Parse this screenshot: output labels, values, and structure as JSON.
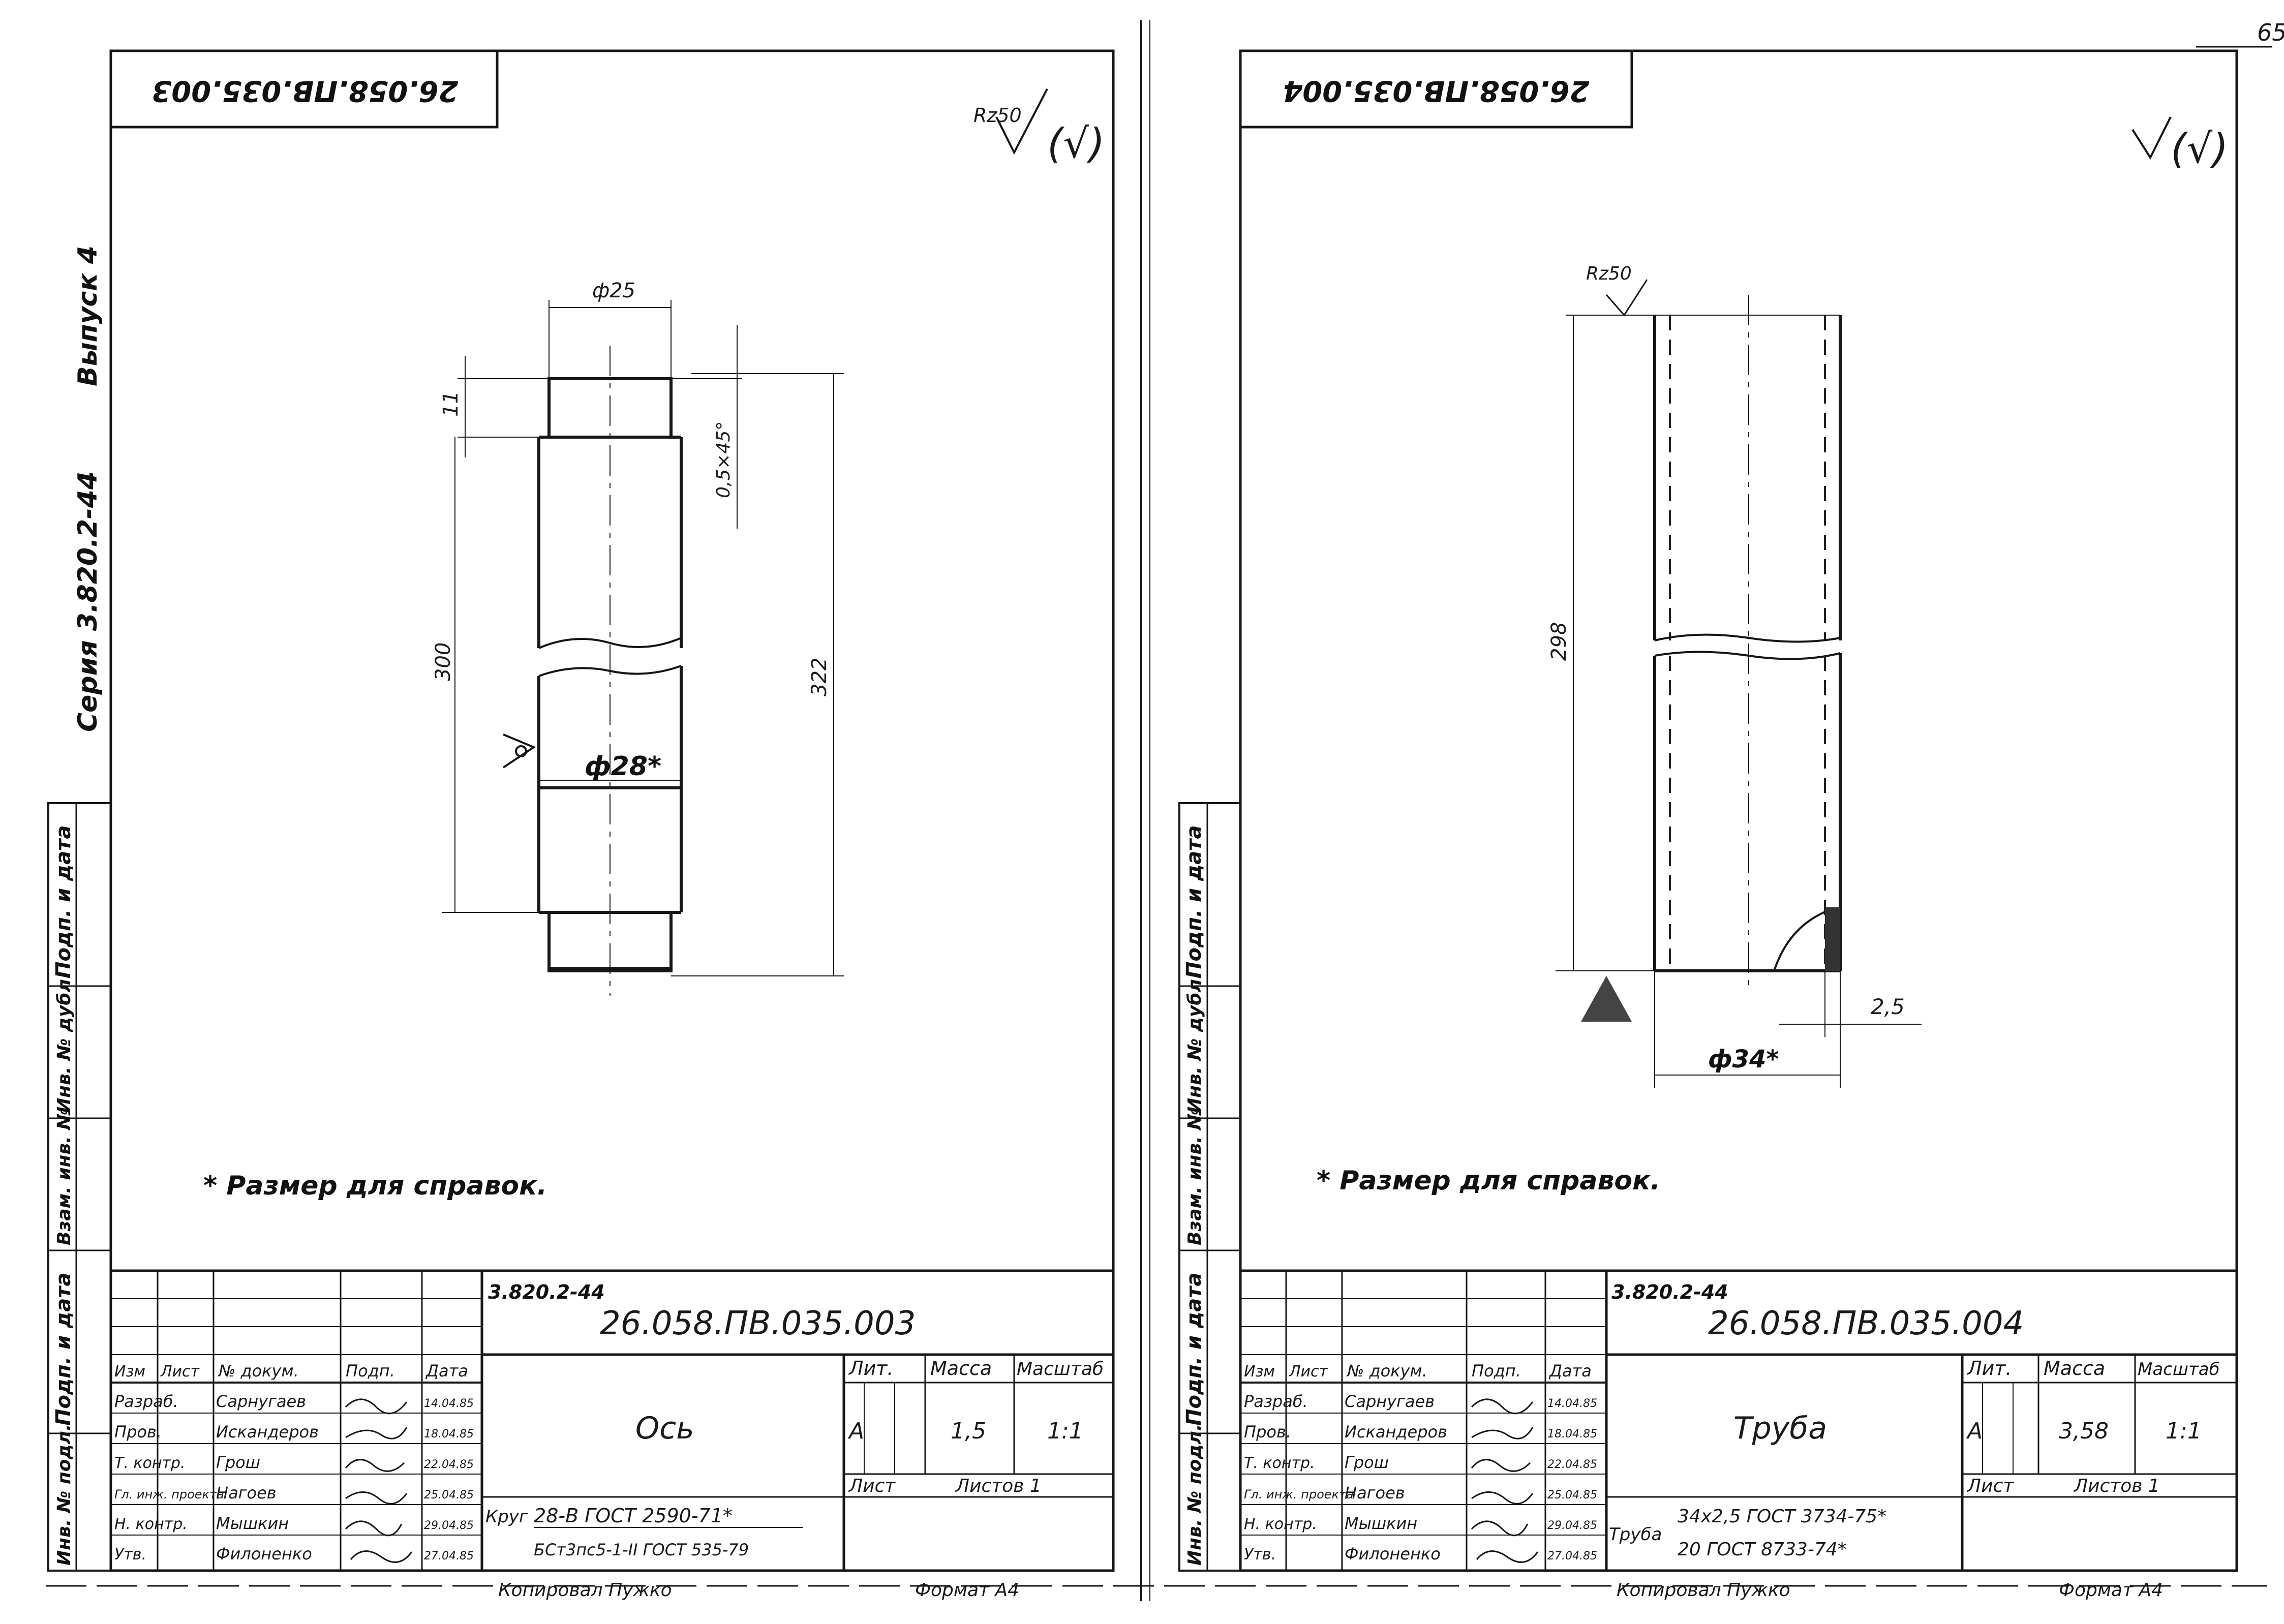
{
  "page_number": "65",
  "series": {
    "series_label": "Серия 3.820.2-44",
    "issue_label": "Выпуск 4"
  },
  "side_labels": [
    "Подп. и дата",
    "Инв. № дубл.",
    "Взам. инв. №",
    "Подп. и дата",
    "Инв. № подл."
  ],
  "tb_headers": [
    "Изм",
    "Лист",
    "№ докум.",
    "Подп.",
    "Дата"
  ],
  "tb_roles": [
    "Разраб.",
    "Пров.",
    "Т. контр.",
    "Гл. инж. проекта",
    "Н. контр.",
    "Утв."
  ],
  "tb_labels": {
    "lit": "Лит.",
    "mass": "Масса",
    "scale": "Масштаб",
    "sheet": "Лист",
    "sheets": "Листов 1"
  },
  "left_drawing": {
    "stamp": "26.058.ПВ.035.003",
    "roughness": "Rz50",
    "roughness_tail": "(√)",
    "dims": {
      "d_top": "ф25",
      "chamfer": "0,5×45°",
      "h_top": "11",
      "h_body": "300",
      "h_total": "322",
      "d_body": "ф28*"
    },
    "note": "* Размер для справок.",
    "title_block": {
      "series": "3.820.2-44",
      "code": "26.058.ПВ.035.003",
      "name": "Ось",
      "lit": "А",
      "mass": "1,5",
      "scale": "1:1",
      "names": [
        "Сарнугаев",
        "Искандеров",
        "Грош",
        "Нагоев",
        "Мышкин",
        "Филоненко"
      ],
      "dates": [
        "14.04.85",
        "18.04.85",
        "22.04.85",
        "25.04.85",
        "29.04.85",
        "27.04.85"
      ],
      "material_label": "Круг",
      "material_1": "28-В ГОСТ 2590-71*",
      "material_2": "БСт3пс5-1-II ГОСТ 535-79",
      "copied": "Копировал Пужко",
      "format": "Формат А4"
    }
  },
  "right_drawing": {
    "stamp": "26.058.ПВ.035.004",
    "roughness_tail": "(√)",
    "roughness_dim": "Rz50",
    "dims": {
      "height": "298",
      "wall": "2,5",
      "diameter": "ф34*"
    },
    "note": "* Размер для справок.",
    "title_block": {
      "series": "3.820.2-44",
      "code": "26.058.ПВ.035.004",
      "name": "Труба",
      "lit": "А",
      "mass": "3,58",
      "scale": "1:1",
      "names": [
        "Сарнугаев",
        "Искандеров",
        "Грош",
        "Нагоев",
        "Мышкин",
        "Филоненко"
      ],
      "dates": [
        "14.04.85",
        "18.04.85",
        "22.04.85",
        "25.04.85",
        "29.04.85",
        "27.04.85"
      ],
      "material_label": "Труба",
      "material_1": "34х2,5 ГОСТ 3734-75*",
      "material_2": "20 ГОСТ 8733-74*",
      "copied": "Копировал Пужко",
      "format": "Формат А4"
    }
  }
}
